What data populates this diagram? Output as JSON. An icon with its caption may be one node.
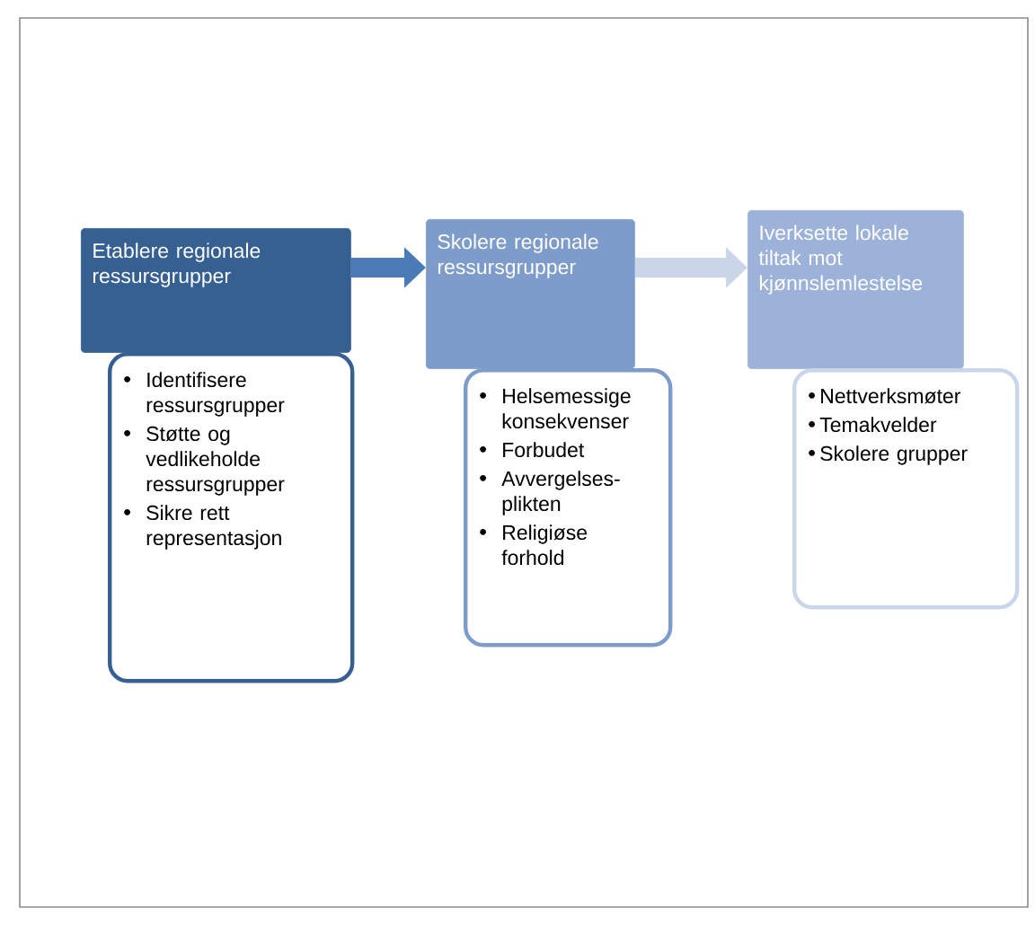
{
  "diagram": {
    "nodes": [
      {
        "text": [
          "Etablere regionale ressursgrupper"
        ]
      },
      {
        "text": [
          "Identifisere ressursgrupper",
          "Støtte og vedlikeholde ressursgrupper",
          "Sikre rett representasjon"
        ]
      },
      {
        "text": [
          "Skolere regionale ressursgrupper"
        ]
      },
      {
        "text": [
          "Helsemessige konsekvenser",
          "Forbudet",
          "Avvergelses-plikten",
          "Religiøse forhold"
        ]
      },
      {
        "text": [
          "Iverksette lokale tiltak mot kjønnslemlestelse"
        ]
      },
      {
        "text": [
          "Nettverksmøter",
          "Temakvelder",
          "Skolere grupper"
        ]
      }
    ],
    "edges": [
      {
        "from": 0,
        "to": 2,
        "arrow": "to",
        "color": "#4a7bb7"
      },
      {
        "from": 2,
        "to": 4,
        "arrow": "to",
        "color": "#c9d5e9"
      }
    ]
  }
}
